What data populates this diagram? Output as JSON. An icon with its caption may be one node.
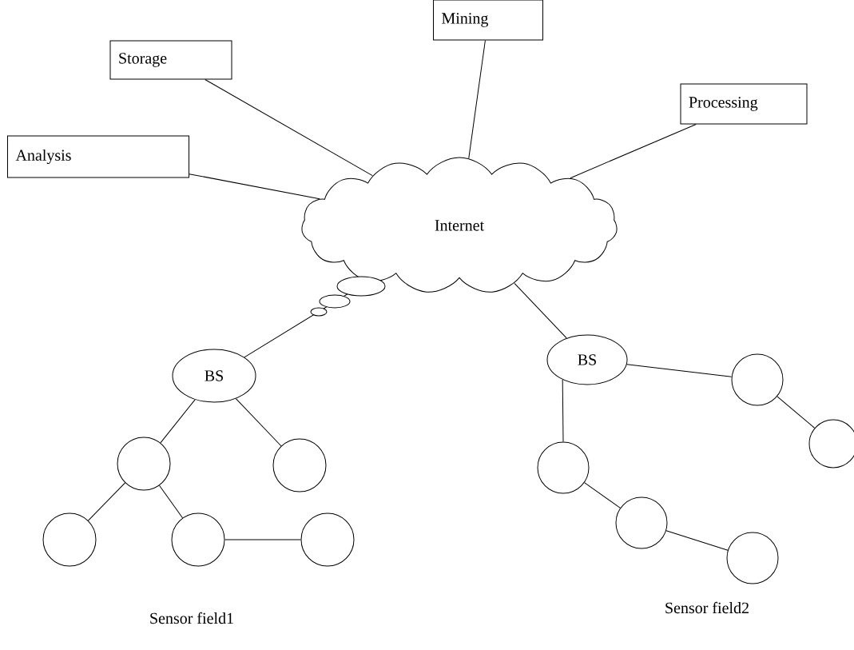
{
  "diagram": {
    "nodes": [
      {
        "text": [
          "Storage"
        ]
      },
      {
        "text": [
          "Mining"
        ]
      },
      {
        "text": [
          "Processing"
        ]
      },
      {
        "text": [
          "Analysis"
        ]
      },
      {
        "text": [
          "Internet"
        ]
      },
      {
        "text": [
          "BS"
        ]
      },
      {
        "text": [
          "BS"
        ]
      },
      {
        "text": [],
        "shape": "circle"
      },
      {
        "text": [],
        "shape": "circle"
      },
      {
        "text": [],
        "shape": "circle"
      },
      {
        "text": [],
        "shape": "circle"
      },
      {
        "text": [],
        "shape": "circle"
      },
      {
        "text": [],
        "shape": "circle"
      },
      {
        "text": [],
        "shape": "circle"
      },
      {
        "text": [],
        "shape": "circle"
      },
      {
        "text": [],
        "shape": "circle"
      },
      {
        "text": [],
        "shape": "circle"
      }
    ],
    "edges": [
      {
        "from": 0,
        "to": 4,
        "arrow": "none"
      },
      {
        "from": 1,
        "to": 4,
        "arrow": "none"
      },
      {
        "from": 2,
        "to": 4,
        "arrow": "none"
      },
      {
        "from": 3,
        "to": 4,
        "arrow": "none"
      },
      {
        "from": 4,
        "to": 5,
        "arrow": "none"
      },
      {
        "from": 4,
        "to": 6,
        "arrow": "none"
      },
      {
        "from": 5,
        "to": 7,
        "arrow": "none"
      },
      {
        "from": 5,
        "to": 8,
        "arrow": "none"
      },
      {
        "from": 7,
        "to": 9,
        "arrow": "none"
      },
      {
        "from": 7,
        "to": 10,
        "arrow": "none"
      },
      {
        "from": 10,
        "to": 11,
        "arrow": "none"
      },
      {
        "from": 6,
        "to": 12,
        "arrow": "none"
      },
      {
        "from": 12,
        "to": 13,
        "arrow": "none"
      },
      {
        "from": 6,
        "to": 14,
        "arrow": "none"
      },
      {
        "from": 14,
        "to": 15,
        "arrow": "none"
      },
      {
        "from": 15,
        "to": 16,
        "arrow": "none"
      }
    ],
    "labels": [
      "Sensor field1",
      "Sensor field2"
    ]
  }
}
